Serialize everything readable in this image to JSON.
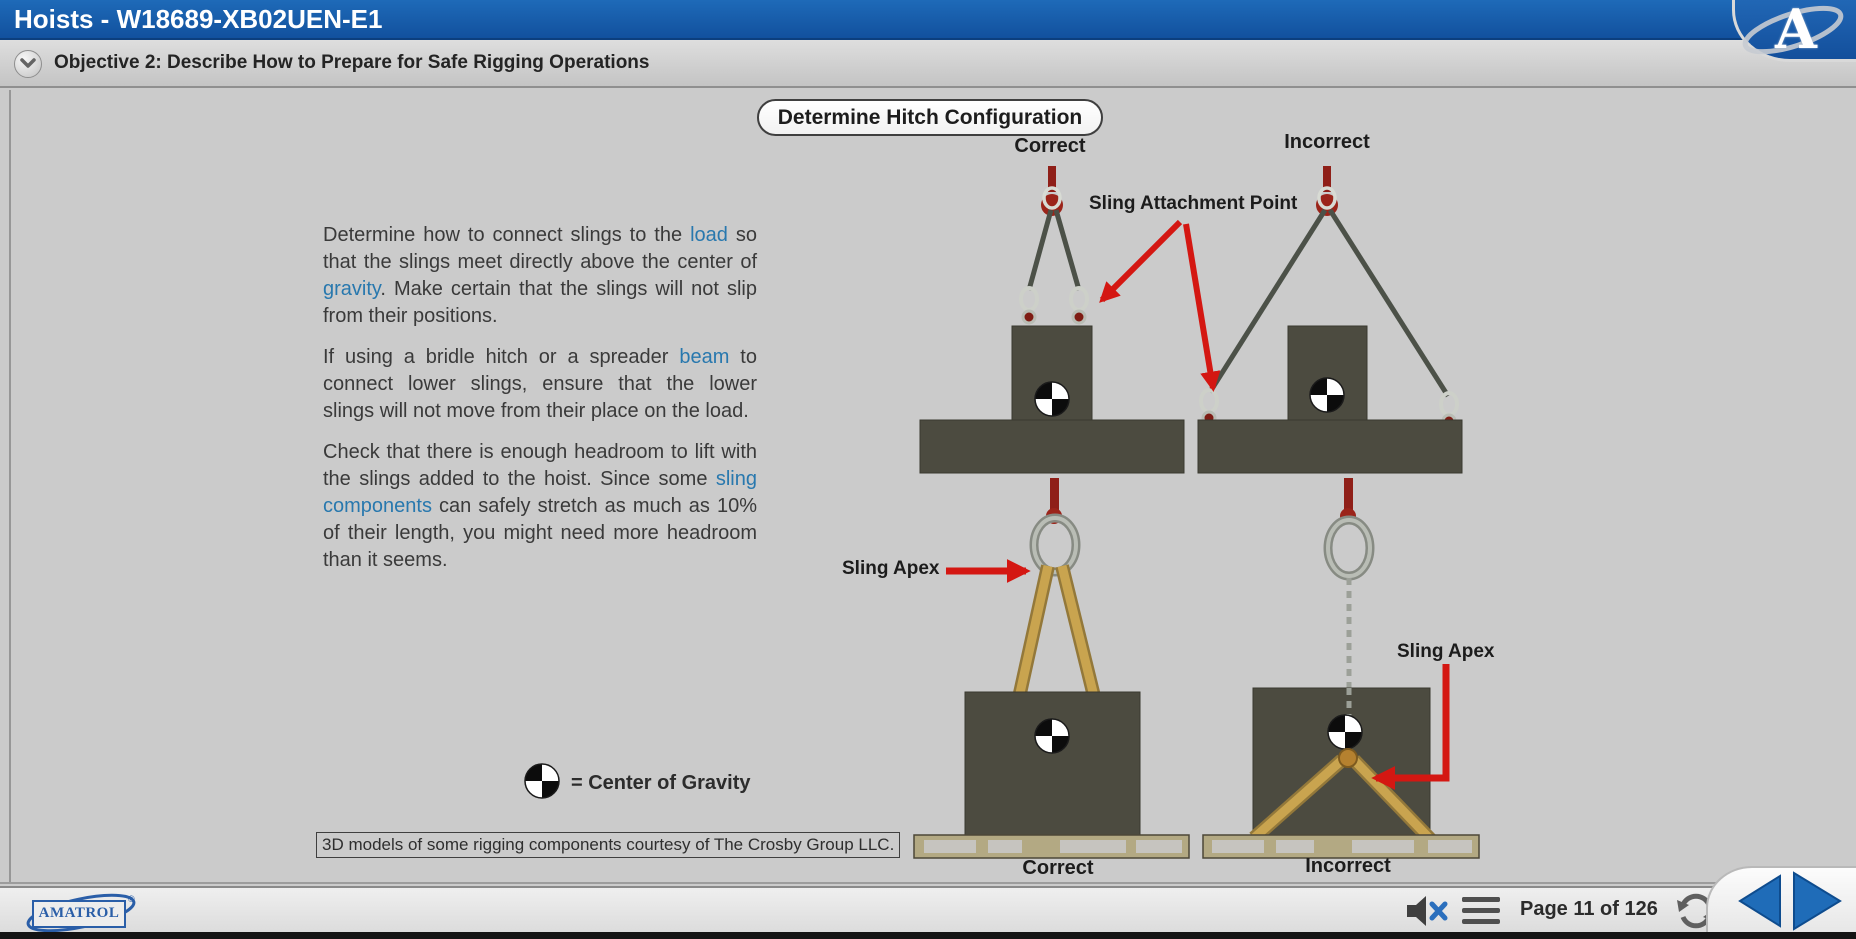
{
  "titlebar": {
    "title": "Hoists - W18689-XB02UEN-E1"
  },
  "objective": {
    "title": "Objective 2: Describe How to Prepare for Safe Rigging Operations"
  },
  "logo": {
    "letter": "A",
    "brand": "AMATROL",
    "registered": "®"
  },
  "content": {
    "heading": "Determine Hitch Configuration",
    "paragraphs": [
      [
        {
          "text": "Determine how to connect slings to the "
        },
        {
          "text": "load",
          "link": true
        },
        {
          "text": " so that the slings meet directly above the center of "
        },
        {
          "text": "gravity",
          "link": true
        },
        {
          "text": ". Make certain that the slings will not slip from their positions."
        }
      ],
      [
        {
          "text": "If using a bridle hitch or a spreader "
        },
        {
          "text": "beam",
          "link": true
        },
        {
          "text": " to connect lower slings, ensure that the lower slings will not move from their place on the load."
        }
      ],
      [
        {
          "text": "Check that there is enough headroom to lift with the slings added to the hoist. Since some "
        },
        {
          "text": "sling components",
          "link": true
        },
        {
          "text": " can safely stretch as much as 10% of their length, you might need more headroom than it seems."
        }
      ]
    ],
    "legend_text": "= Center of Gravity",
    "attribution": "3D models of some rigging components courtesy of The Crosby Group LLC."
  },
  "diagram": {
    "top": {
      "correct_label": "Correct",
      "incorrect_label": "Incorrect",
      "attachment_label": "Sling Attachment Point"
    },
    "bottom": {
      "apex_left_label": "Sling Apex",
      "apex_right_label": "Sling Apex",
      "correct_label": "Correct",
      "incorrect_label": "Incorrect"
    }
  },
  "footer": {
    "page_label": "Page 11 of 126"
  },
  "icons": [
    "chevron-down-icon",
    "amatrol-a-logo",
    "center-of-gravity-symbol",
    "muted-speaker-icon",
    "hamburger-menu-icon",
    "refresh-icon",
    "previous-arrow-icon",
    "next-arrow-icon"
  ],
  "colors": {
    "titlebar_blue": "#1a61ae",
    "accent_blue": "#1f6cb8",
    "link_blue": "#2878ae",
    "arrow_red": "#d41712",
    "sling_yellow": "#c9a44f",
    "load_block_gray": "#4c4b40",
    "background_gray": "#cbcbcb"
  }
}
